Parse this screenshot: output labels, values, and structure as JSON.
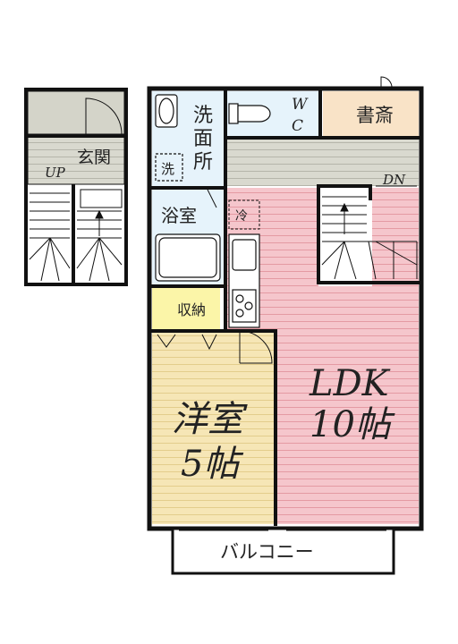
{
  "rooms": {
    "washroom": "洗\n面\n所",
    "washer": "洗",
    "wc": "W\nC",
    "study": "書斎",
    "entrance": "玄関",
    "up": "UP",
    "dn": "DN",
    "bath": "浴室",
    "fridge": "冷",
    "storage": "収納",
    "western_room_name": "洋室",
    "western_room_size": "5帖",
    "ldk_name": "LDK",
    "ldk_size": "10帖",
    "balcony": "バルコニー"
  },
  "colors": {
    "ldk_fill": "#f5c6cc",
    "western_fill": "#f6e6b6",
    "study_fill": "#f9e3c7",
    "wet_fill": "#e6f3fb",
    "hall_fill": "#d9d9cf",
    "storage_fill": "#fbf5a8",
    "wall": "#111111"
  }
}
